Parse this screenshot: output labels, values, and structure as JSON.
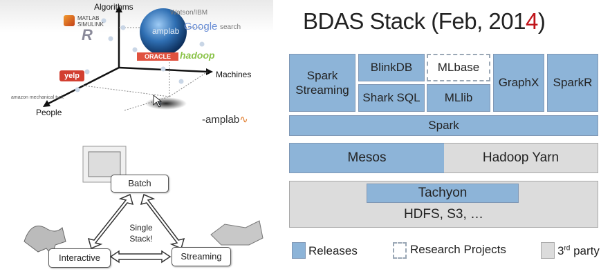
{
  "left_top": {
    "axes": {
      "algorithms": "Algorithms",
      "machines": "Machines",
      "people": "People"
    },
    "logos": {
      "matlab_line1": "MATLAB",
      "matlab_line2": "SIMULINK",
      "r": "R",
      "watson": "Watson/IBM",
      "google": "Google",
      "search": "search",
      "oracle": "ORACLE",
      "hadoop": "hadoop",
      "yelp": "yelp",
      "mturk": "amazon mechanical turk",
      "sphere_label": "amplab",
      "amplab_brand": "-amplab"
    }
  },
  "left_bottom": {
    "batch": "Batch",
    "interactive": "Interactive",
    "streaming": "Streaming",
    "center_line1": "Single",
    "center_line2": "Stack!"
  },
  "right": {
    "title_prefix": "BDAS Stack (Feb, 201",
    "title_accent": "4",
    "title_suffix": ")",
    "blocks": {
      "spark_streaming": "Spark Streaming",
      "blinkdb": "BlinkDB",
      "mlbase": "MLbase",
      "shark_sql": "Shark SQL",
      "mllib": "MLlib",
      "graphx": "GraphX",
      "sparkr": "SparkR",
      "spark": "Spark",
      "mesos": "Mesos",
      "hadoop_yarn": "Hadoop Yarn",
      "tachyon": "Tachyon",
      "storage": "HDFS, S3, …"
    },
    "legend": {
      "releases": "Releases",
      "research": "Research Projects",
      "third_party_num": "3",
      "third_party_sup": "rd",
      "third_party_word": " party"
    }
  },
  "colors": {
    "release_blue": "#8db4d8",
    "third_party_gray": "#dcdcdc",
    "title_accent": "#c0141a"
  }
}
